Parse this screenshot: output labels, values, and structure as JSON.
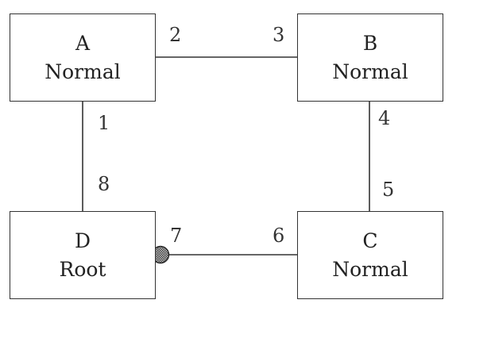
{
  "nodes": {
    "a": {
      "name": "A",
      "role": "Normal"
    },
    "b": {
      "name": "B",
      "role": "Normal"
    },
    "c": {
      "name": "C",
      "role": "Normal"
    },
    "d": {
      "name": "D",
      "role": "Root"
    }
  },
  "ports": {
    "p1": "1",
    "p2": "2",
    "p3": "3",
    "p4": "4",
    "p5": "5",
    "p6": "6",
    "p7": "7",
    "p8": "8"
  },
  "colors": {
    "line": "#333333",
    "marker": "#888888"
  }
}
